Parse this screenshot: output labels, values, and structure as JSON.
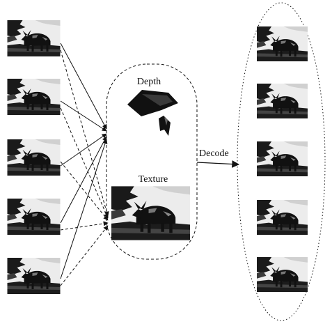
{
  "labels": {
    "depth": "Depth",
    "texture": "Texture",
    "decode": "Decode"
  },
  "input_views": [
    "view-1",
    "view-2",
    "view-3",
    "view-4",
    "view-5"
  ],
  "output_views": [
    "view-1",
    "view-2",
    "view-3",
    "view-4",
    "view-5"
  ],
  "colors": {
    "ink": "#111111",
    "sky": "#f4f4f4",
    "ground": "#222222"
  }
}
